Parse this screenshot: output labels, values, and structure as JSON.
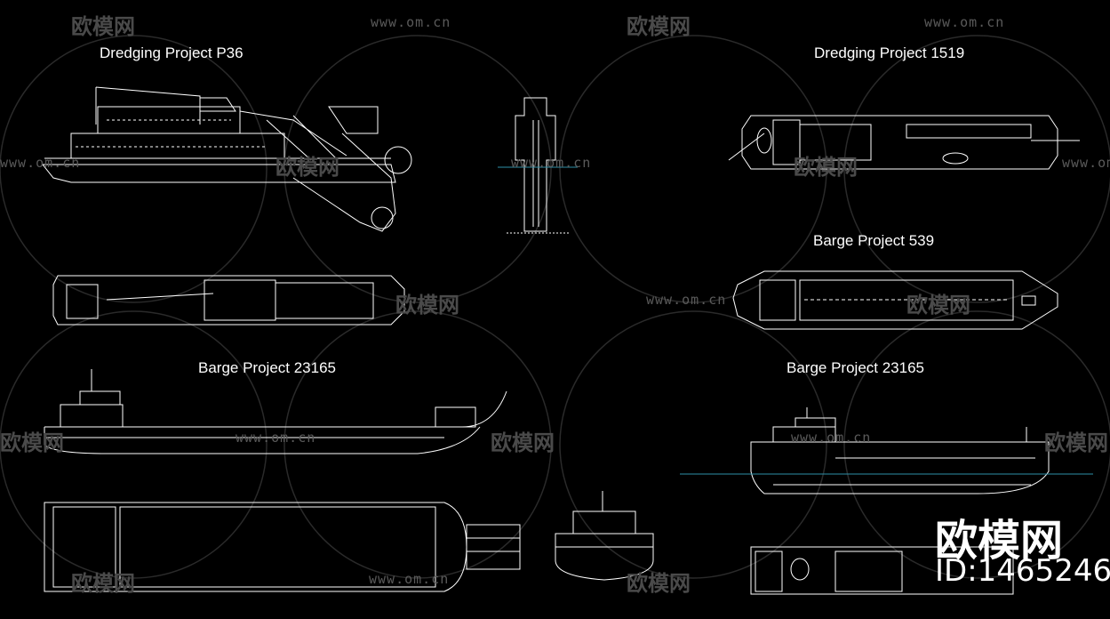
{
  "titles": {
    "dredging_p36": "Dredging Project P36",
    "dredging_1519": "Dredging Project 1519",
    "barge_539": "Barge Project 539",
    "barge_23165_left": "Barge Project 23165",
    "barge_23165_right": "Barge Project 23165"
  },
  "watermark": {
    "url": "www.om.cn",
    "brand": "欧模网"
  },
  "branding": {
    "name": "欧模网",
    "id": "ID:1465246"
  },
  "colors": {
    "background": "#000000",
    "line": "#ffffff",
    "waterline": "#2e8fa8",
    "watermark": "#4a4a4a"
  }
}
